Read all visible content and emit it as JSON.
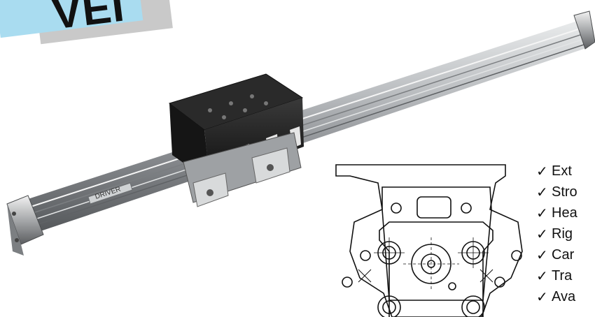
{
  "badge": {
    "text": "VEI"
  },
  "product": {
    "nameplate": "DRIVER"
  },
  "features": {
    "check_symbol": "✓",
    "items": [
      "Ext",
      "Stro",
      "Hea",
      "Rig",
      "Car",
      "Tra",
      "Ava"
    ]
  },
  "colors": {
    "badge_blue": "#a9dcf0",
    "badge_gray": "#c9c9c9",
    "rail_metal": "#b9bcbf",
    "carriage_black": "#1c1c1c"
  }
}
